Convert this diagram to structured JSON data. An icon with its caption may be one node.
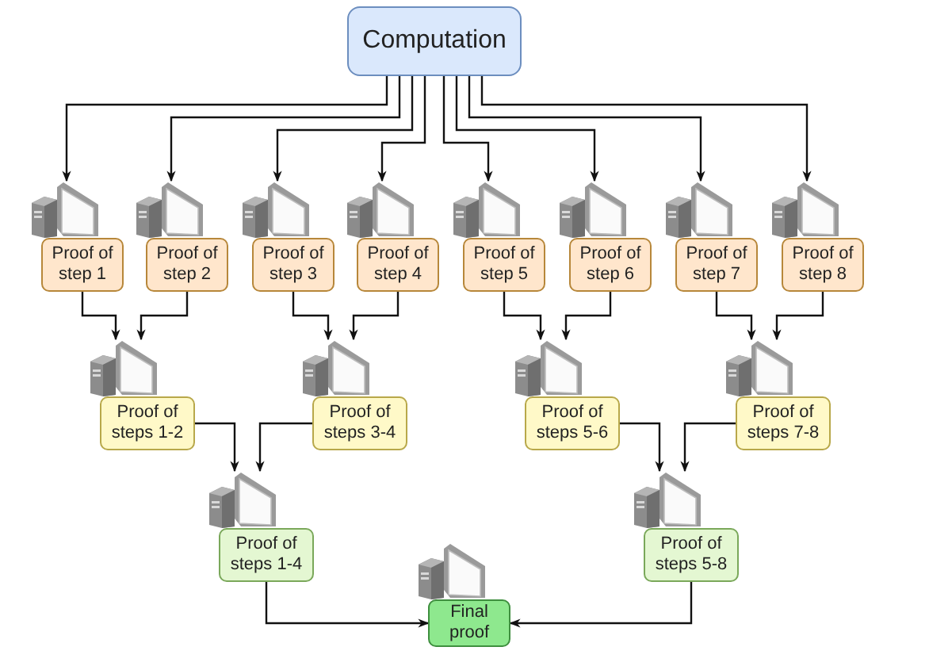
{
  "diagram": {
    "nodes": [
      {
        "text": [
          "Computation"
        ]
      },
      {
        "text": [
          "Proof of step 1"
        ]
      },
      {
        "text": [
          "Proof of step 2"
        ]
      },
      {
        "text": [
          "Proof of step 3"
        ]
      },
      {
        "text": [
          "Proof of step 4"
        ]
      },
      {
        "text": [
          "Proof of step 5"
        ]
      },
      {
        "text": [
          "Proof of step 6"
        ]
      },
      {
        "text": [
          "Proof of step 7"
        ]
      },
      {
        "text": [
          "Proof of step 8"
        ]
      },
      {
        "text": [
          "Proof of steps 1-2"
        ]
      },
      {
        "text": [
          "Proof of steps 3-4"
        ]
      },
      {
        "text": [
          "Proof of steps 5-6"
        ]
      },
      {
        "text": [
          "Proof of steps 7-8"
        ]
      },
      {
        "text": [
          "Proof of steps 1-4"
        ]
      },
      {
        "text": [
          "Proof of steps 5-8"
        ]
      },
      {
        "text": [
          "Final proof"
        ]
      }
    ],
    "edges": [
      {
        "from": 0,
        "to": 1,
        "arrow": "to"
      },
      {
        "from": 0,
        "to": 2,
        "arrow": "to"
      },
      {
        "from": 0,
        "to": 3,
        "arrow": "to"
      },
      {
        "from": 0,
        "to": 4,
        "arrow": "to"
      },
      {
        "from": 0,
        "to": 5,
        "arrow": "to"
      },
      {
        "from": 0,
        "to": 6,
        "arrow": "to"
      },
      {
        "from": 0,
        "to": 7,
        "arrow": "to"
      },
      {
        "from": 0,
        "to": 8,
        "arrow": "to"
      },
      {
        "from": 1,
        "to": 9,
        "arrow": "to"
      },
      {
        "from": 2,
        "to": 9,
        "arrow": "to"
      },
      {
        "from": 3,
        "to": 10,
        "arrow": "to"
      },
      {
        "from": 4,
        "to": 10,
        "arrow": "to"
      },
      {
        "from": 5,
        "to": 11,
        "arrow": "to"
      },
      {
        "from": 6,
        "to": 11,
        "arrow": "to"
      },
      {
        "from": 7,
        "to": 12,
        "arrow": "to"
      },
      {
        "from": 8,
        "to": 12,
        "arrow": "to"
      },
      {
        "from": 9,
        "to": 13,
        "arrow": "to"
      },
      {
        "from": 10,
        "to": 13,
        "arrow": "to"
      },
      {
        "from": 11,
        "to": 14,
        "arrow": "to"
      },
      {
        "from": 12,
        "to": 14,
        "arrow": "to"
      },
      {
        "from": 13,
        "to": 15,
        "arrow": "to"
      },
      {
        "from": 14,
        "to": 15,
        "arrow": "to"
      }
    ]
  }
}
